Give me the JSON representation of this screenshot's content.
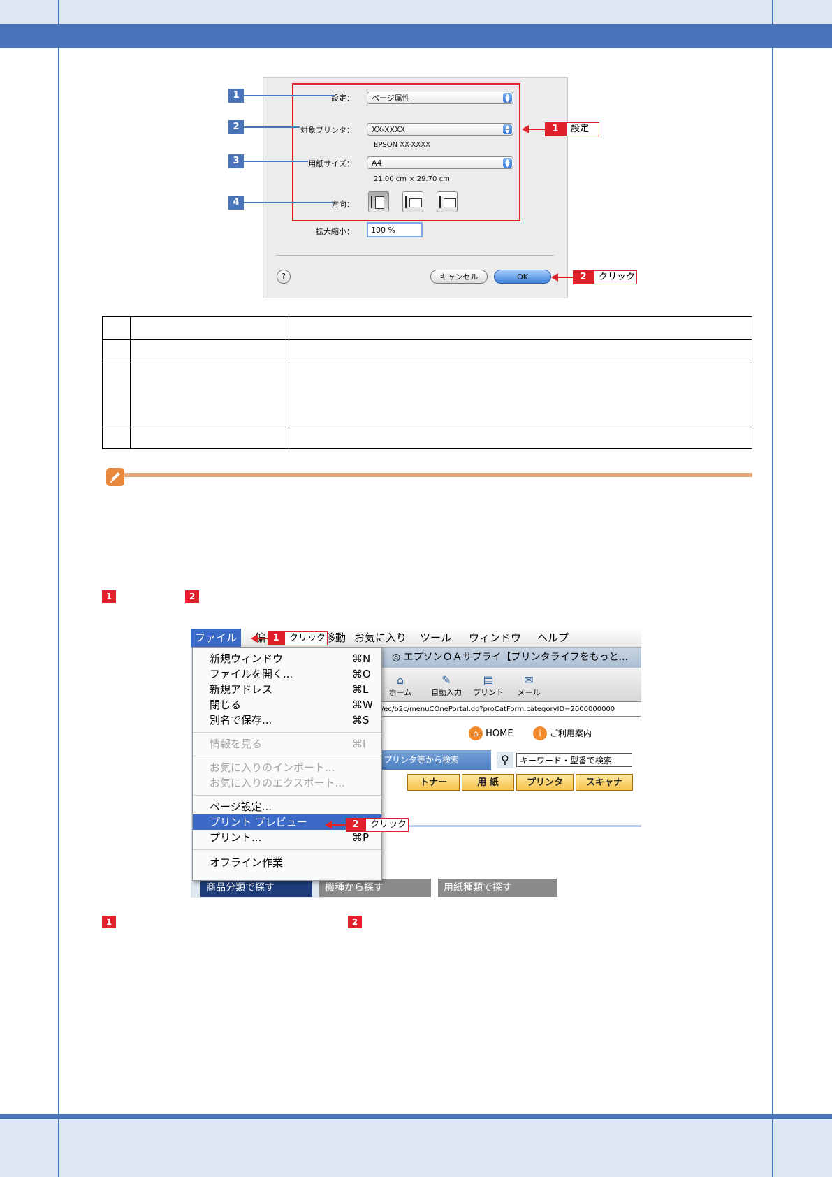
{
  "dialog": {
    "settings_label": "設定：",
    "settings_value": "ページ属性",
    "printer_label": "対象プリンタ：",
    "printer_value": "XX-XXXX",
    "printer_sub": "EPSON XX-XXXX",
    "paper_label": "用紙サイズ：",
    "paper_value": "A4",
    "paper_sub": "21.00 cm × 29.70 cm",
    "orientation_label": "方向：",
    "scale_label": "拡大縮小：",
    "scale_value": "100 %",
    "help": "?",
    "cancel": "キャンセル",
    "ok": "OK",
    "numbers": [
      "1",
      "2",
      "3",
      "4"
    ],
    "callout1_num": "1",
    "callout1_text": "設定",
    "callout2_num": "2",
    "callout2_text": "クリック"
  },
  "steps": {
    "badge1": "1",
    "badge2": "2"
  },
  "menu_shot": {
    "menubar": [
      "ファイル",
      "編",
      "移動",
      "お気に入り",
      "ツール",
      "ウィンドウ",
      "ヘルプ"
    ],
    "items": [
      {
        "label": "新規ウィンドウ",
        "shortcut": "⌘N"
      },
      {
        "label": "ファイルを開く...",
        "shortcut": "⌘O"
      },
      {
        "label": "新規アドレス",
        "shortcut": "⌘L"
      },
      {
        "label": "閉じる",
        "shortcut": "⌘W"
      },
      {
        "label": "別名で保存...",
        "shortcut": "⌘S"
      },
      {
        "label": "情報を見る",
        "shortcut": "⌘I"
      },
      {
        "label": "お気に入りのインポート...",
        "shortcut": ""
      },
      {
        "label": "お気に入りのエクスポート...",
        "shortcut": ""
      },
      {
        "label": "ページ設定...",
        "shortcut": ""
      },
      {
        "label": "プリント プレビュー",
        "shortcut": ""
      },
      {
        "label": "プリント...",
        "shortcut": "⌘P"
      },
      {
        "label": "オフライン作業",
        "shortcut": ""
      }
    ],
    "callout1_num": "1",
    "callout1_text": "クリック",
    "callout2_num": "2",
    "callout2_text": "クリック",
    "window_title": "◎ エプソンＯＡサプライ【プリンタライフをもっと...",
    "toolbar": [
      "ホーム",
      "自動入力",
      "プリント",
      "メール"
    ],
    "url": "/ec/b2c/menuCOnePortal.do?proCatForm.categoryID=2000000000",
    "home_link": "HOME",
    "guide_link": "ご利用案内",
    "search_tab": "プリンタ等から検索",
    "search_box": "キーワード・型番で検索",
    "category_tabs": [
      "トナー",
      "用 紙",
      "プリンタ",
      "スキャナ"
    ],
    "nav_tabs": [
      "商品分類で探す",
      "機種から探す",
      "用紙種類で探す"
    ]
  },
  "bottom": {
    "badge1": "1",
    "badge2": "2"
  }
}
